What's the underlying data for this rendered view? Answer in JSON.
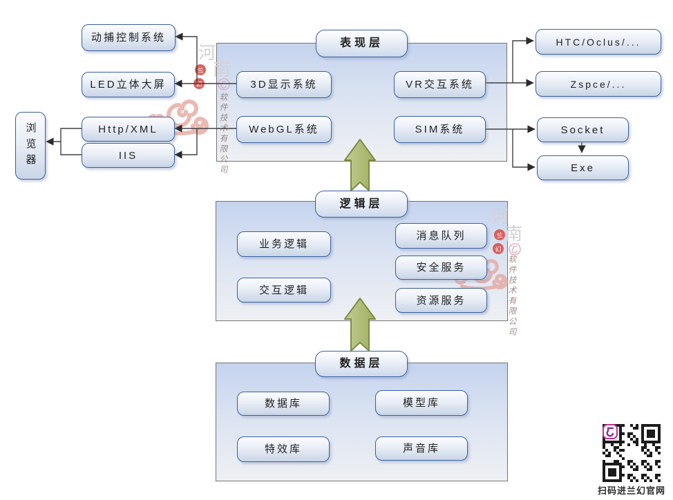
{
  "layers": {
    "presentation": {
      "title": "表现层"
    },
    "logic": {
      "title": "逻辑层"
    },
    "data": {
      "title": "数据层"
    }
  },
  "nodes": {
    "mocap": "动捕控制系统",
    "led": "LED立体大屏",
    "http_xml": "Http/XML",
    "iis": "IIS",
    "browser": "浏览器",
    "d3": "3D显示系统",
    "vr": "VR交互系统",
    "webgl": "WebGL系统",
    "sim": "SIM系统",
    "htc": "HTC/Oclus/...",
    "zspce": "Zspce/...",
    "socket": "Socket",
    "exe": "Exe",
    "biz": "业务逻辑",
    "interact": "交互逻辑",
    "mq": "消息队列",
    "security": "安全服务",
    "resource": "资源服务",
    "db": "数据库",
    "model": "模型库",
    "effects": "特效库",
    "sound": "声音库"
  },
  "watermark": {
    "char1": "河",
    "char2": "南",
    "seal1": "兰",
    "seal2": "幻",
    "company": "软件技术有限公司"
  },
  "qr": {
    "caption": "扫码进兰幻官网"
  },
  "colors": {
    "node_border": "#3a5f9f",
    "panel_top": "#c5d3ee",
    "panel_bottom": "#eef0f3",
    "arrow_fill": "#aeba74",
    "arrow_stroke": "#7c8b42",
    "connector": "#3f3f3f",
    "seal_red": "#d8514b",
    "cloud_pink": "#e5a8a0",
    "watermark_gray": "#d2d2d2",
    "qr_logo_magenta": "#c42f90"
  }
}
